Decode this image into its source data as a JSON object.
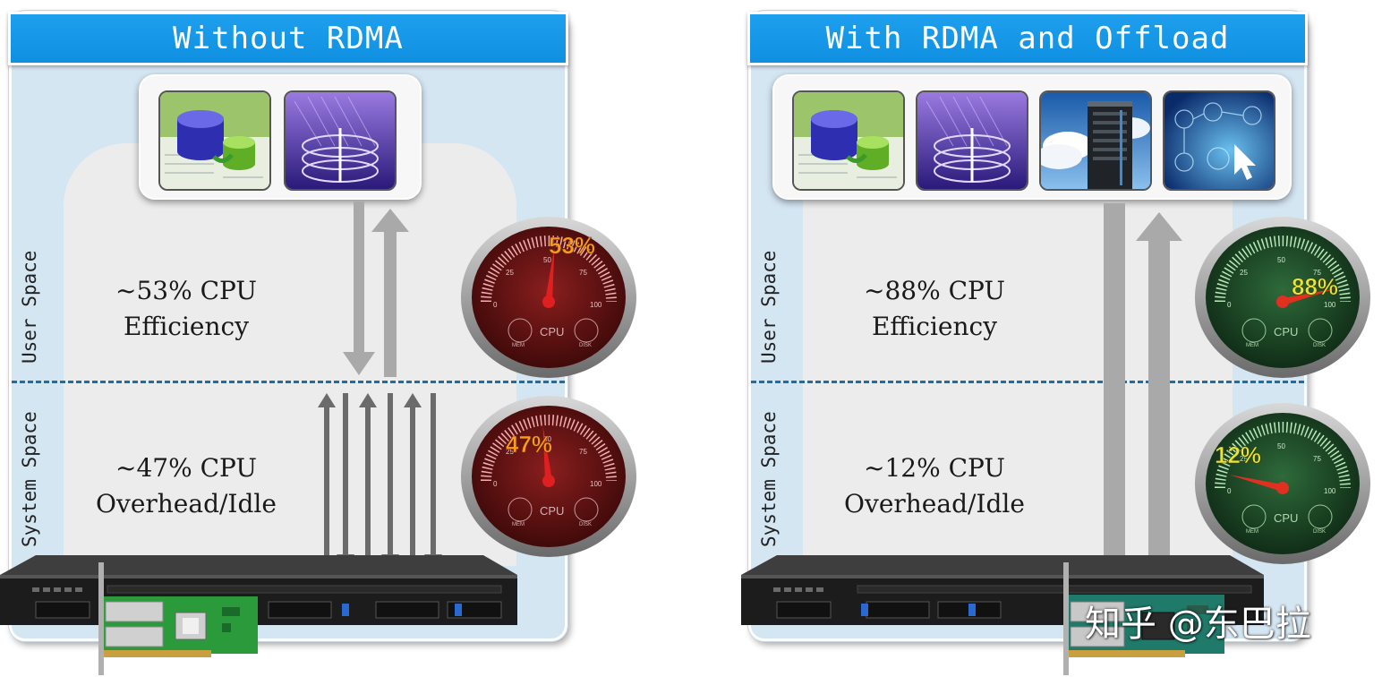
{
  "left": {
    "title": "Without RDMA",
    "user_space_label": "User Space",
    "system_space_label": "System Space",
    "user_metric": {
      "line1": "~53% CPU",
      "line2": "Efficiency"
    },
    "system_metric": {
      "line1": "~47% CPU",
      "line2": "Overhead/Idle"
    },
    "user_gauge": {
      "value": 53,
      "text": "53%",
      "color": "#ff9a1a"
    },
    "system_gauge": {
      "value": 47,
      "text": "47%",
      "color": "#ff9a1a"
    },
    "icons": [
      "database-sync-icon",
      "data-storage-icon"
    ]
  },
  "right": {
    "title": "With RDMA and Offload",
    "user_space_label": "User Space",
    "system_space_label": "System Space",
    "user_metric": {
      "line1": "~88% CPU",
      "line2": "Efficiency"
    },
    "system_metric": {
      "line1": "~12% CPU",
      "line2": "Overhead/Idle"
    },
    "user_gauge": {
      "value": 88,
      "text": "88%",
      "color": "#e6e63a"
    },
    "system_gauge": {
      "value": 12,
      "text": "12%",
      "color": "#e6e63a"
    },
    "icons": [
      "database-sync-icon",
      "data-storage-icon",
      "cloud-server-icon",
      "network-touch-icon"
    ]
  },
  "gauge_scale": {
    "t0": "0",
    "t25": "25",
    "t50": "50",
    "t75": "75",
    "t100": "100",
    "label": "CPU",
    "mem": "MEM",
    "disk": "DISK"
  },
  "colors": {
    "title_bar": "#1298e6",
    "panel": "#d5e6f3",
    "divider": "#1c6ea8",
    "arrow_light": "#a9a9a9",
    "arrow_dark": "#6b6b6b",
    "gauge_red": "#6a1414",
    "gauge_green": "#163d22"
  },
  "watermark": "知乎 @东巴拉"
}
